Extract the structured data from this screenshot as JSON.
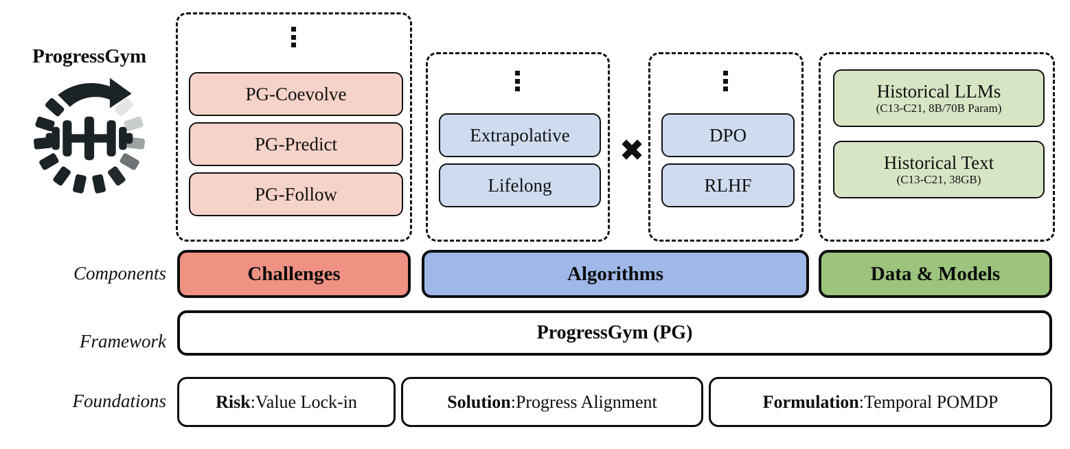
{
  "brand": {
    "title": "ProgressGym",
    "logo_icon": "progress-circle-dumbbell-logo"
  },
  "row_labels": {
    "components": "Components",
    "framework": "Framework",
    "foundations": "Foundations"
  },
  "groups": {
    "challenges": {
      "ellipsis": "vertical-ellipsis",
      "items": [
        {
          "title": "PG-Coevolve",
          "sub": ""
        },
        {
          "title": "PG-Predict",
          "sub": ""
        },
        {
          "title": "PG-Follow",
          "sub": ""
        }
      ]
    },
    "algorithms_paradigm": {
      "ellipsis": "vertical-ellipsis",
      "items": [
        {
          "title": "Extrapolative",
          "sub": ""
        },
        {
          "title": "Lifelong",
          "sub": ""
        }
      ]
    },
    "algorithms_method": {
      "ellipsis": "vertical-ellipsis",
      "items": [
        {
          "title": "DPO",
          "sub": ""
        },
        {
          "title": "RLHF",
          "sub": ""
        }
      ]
    },
    "data_models": {
      "items": [
        {
          "title": "Historical LLMs",
          "sub": "(C13-C21, 8B/70B Param)"
        },
        {
          "title": "Historical Text",
          "sub": "(C13-C21, 38GB)"
        }
      ]
    },
    "operator": "✖"
  },
  "components": [
    {
      "label": "Challenges",
      "color": "#ef9183"
    },
    {
      "label": "Algorithms",
      "color": "#9fb8e8"
    },
    {
      "label": "Data & Models",
      "color": "#9cc47c"
    }
  ],
  "framework": {
    "label": "ProgressGym (PG)"
  },
  "foundations": [
    {
      "prefix": "Risk",
      "separator": ": ",
      "text": "Value Lock-in"
    },
    {
      "prefix": "Solution",
      "separator": ": ",
      "text": "Progress Alignment"
    },
    {
      "prefix": "Formulation",
      "separator": ": ",
      "text": "Temporal POMDP"
    }
  ],
  "colors": {
    "pink_fill": "#f6d3c8",
    "blue_fill": "#cfdcf0",
    "green_fill": "#d8e5c5",
    "salmon": "#ef9183",
    "component_blue": "#9fb8e8",
    "component_green": "#9cc47c",
    "outline": "#0d0d0d"
  }
}
